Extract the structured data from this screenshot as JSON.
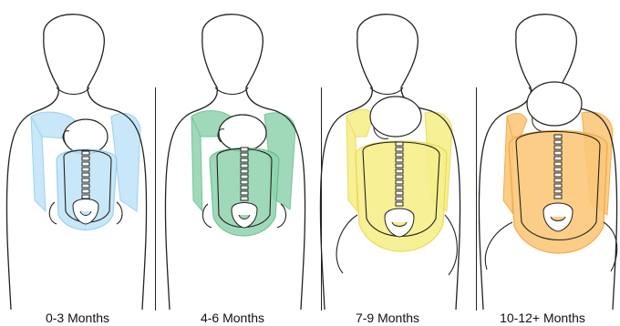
{
  "figure": {
    "panels": [
      {
        "caption": "0-3 Months",
        "carrier_color": "#bfe3f7",
        "carrier_edge": "#8cc8ec"
      },
      {
        "caption": "4-6 Months",
        "carrier_color": "#8fd3ad",
        "carrier_edge": "#5fb98a"
      },
      {
        "caption": "7-9 Months",
        "carrier_color": "#f7ef8a",
        "carrier_edge": "#e6d94f"
      },
      {
        "caption": "10-12+ Months",
        "carrier_color": "#fbc879",
        "carrier_edge": "#f3a33d"
      }
    ]
  }
}
